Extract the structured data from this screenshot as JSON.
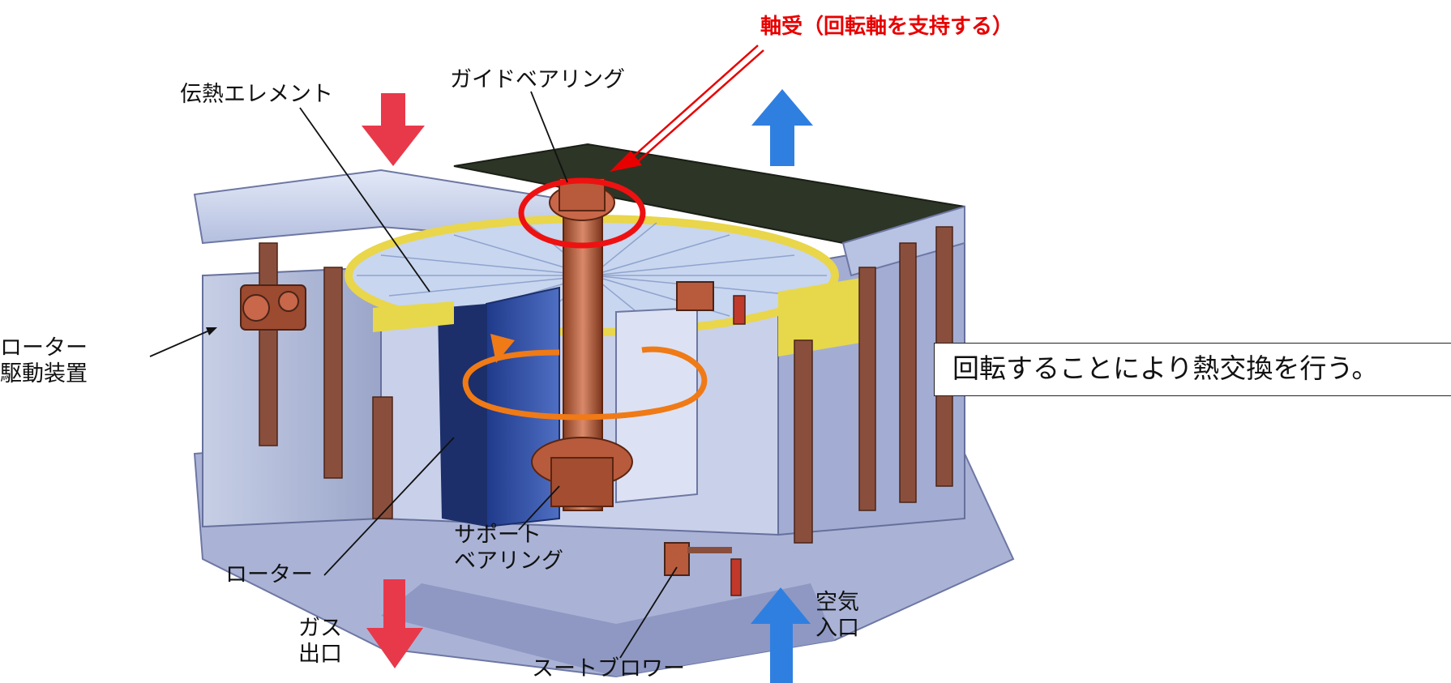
{
  "callout": {
    "bearing_text": "軸受（回転軸を支持する）"
  },
  "note": {
    "rotation_text": "回転することにより熱交換を行う。"
  },
  "labels": {
    "heat_element": "伝熱エレメント",
    "guide_bearing": "ガイドベアリング",
    "rotor_drive": "ローター\n駆動装置",
    "rotor": "ローター",
    "support_bearing": "サポート\nベアリング",
    "gas_outlet": "ガス\n出口",
    "air_inlet": "空気\n入口",
    "soot_blower": "スートブロワー"
  },
  "colors": {
    "gas_arrow": "#e8394a",
    "air_arrow": "#2f7fe0",
    "highlight_circle": "#ee1111",
    "rotation_arrow": "#f07a16",
    "callout_text": "#e80000"
  }
}
